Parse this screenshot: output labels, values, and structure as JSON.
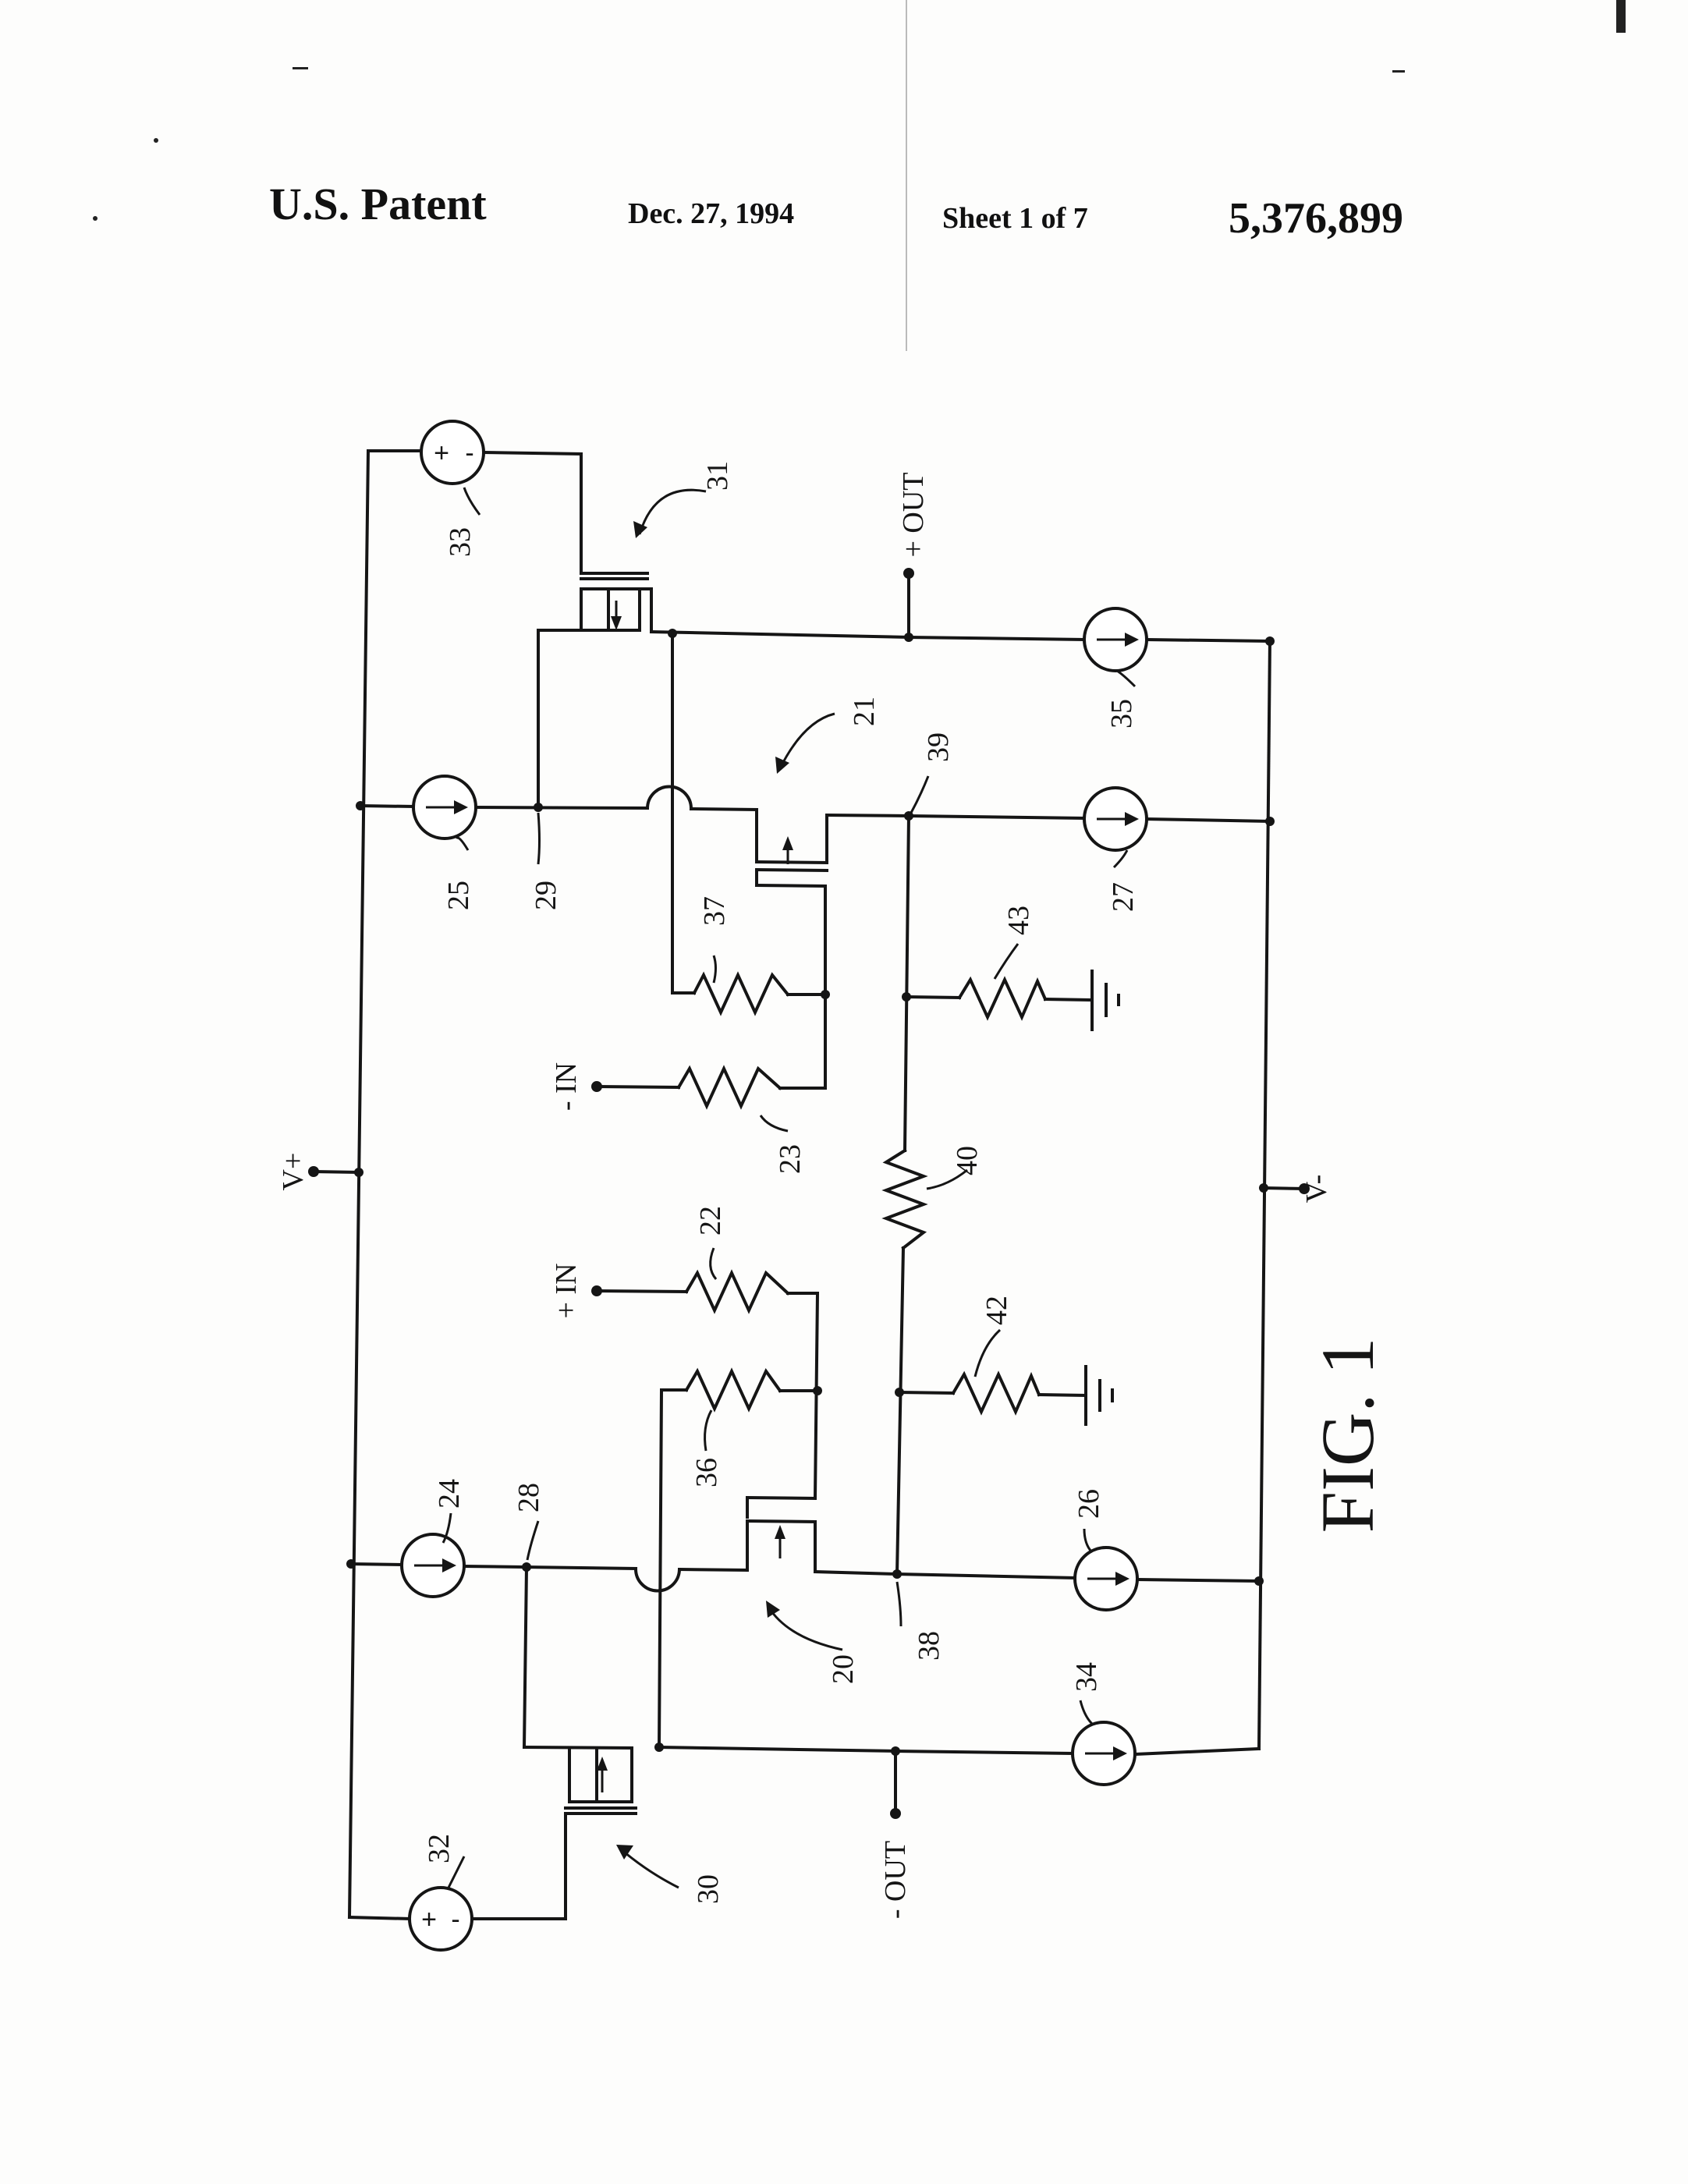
{
  "header": {
    "title": "U.S. Patent",
    "date": "Dec. 27, 1994",
    "sheet": "Sheet 1 of 7",
    "patent_number": "5,376,899"
  },
  "figure": {
    "caption": "FIG. 1",
    "terminals": {
      "v_plus": "V+",
      "v_minus": "V-",
      "plus_in": "+ IN",
      "minus_in": "- IN",
      "plus_out": "+ OUT",
      "minus_out": "- OUT"
    },
    "references": {
      "r20": "20",
      "r21": "21",
      "r22": "22",
      "r23": "23",
      "r24": "24",
      "r25": "25",
      "r26": "26",
      "r27": "27",
      "r28": "28",
      "r29": "29",
      "r30": "30",
      "r31": "31",
      "r32": "32",
      "r33": "33",
      "r34": "34",
      "r35": "35",
      "r36": "36",
      "r37": "37",
      "r38": "38",
      "r39": "39",
      "r40": "40",
      "r42": "42",
      "r43": "43"
    },
    "polarity": {
      "plus": "+",
      "minus": "-"
    }
  }
}
